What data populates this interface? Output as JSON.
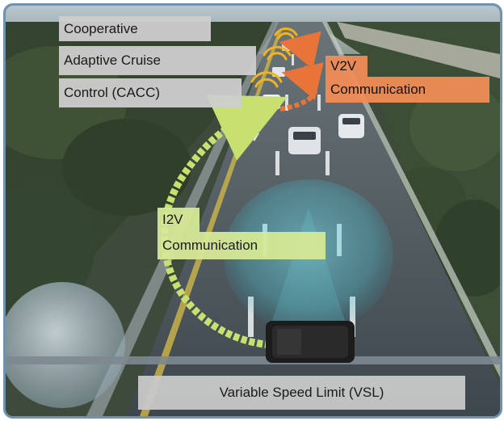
{
  "labels": {
    "cacc_line1": "Cooperative",
    "cacc_line2": "Adaptive Cruise",
    "cacc_line3": "Control (CACC)",
    "v2v_line1": "V2V",
    "v2v_line2": "Communication",
    "i2v_line1": "I2V",
    "i2v_line2": "Communication",
    "vsl": "Variable Speed Limit (VSL)"
  },
  "colors": {
    "frame_border": "#6e93b0",
    "cacc_box": "#cdcdcd",
    "v2v_box": "#f08c55",
    "i2v_box": "#d6e896",
    "vsl_box": "#c8c8c8",
    "v2v_arrow": "#e8743a",
    "i2v_arrow": "#c8e070",
    "signal_waves": "#f2b41e"
  }
}
